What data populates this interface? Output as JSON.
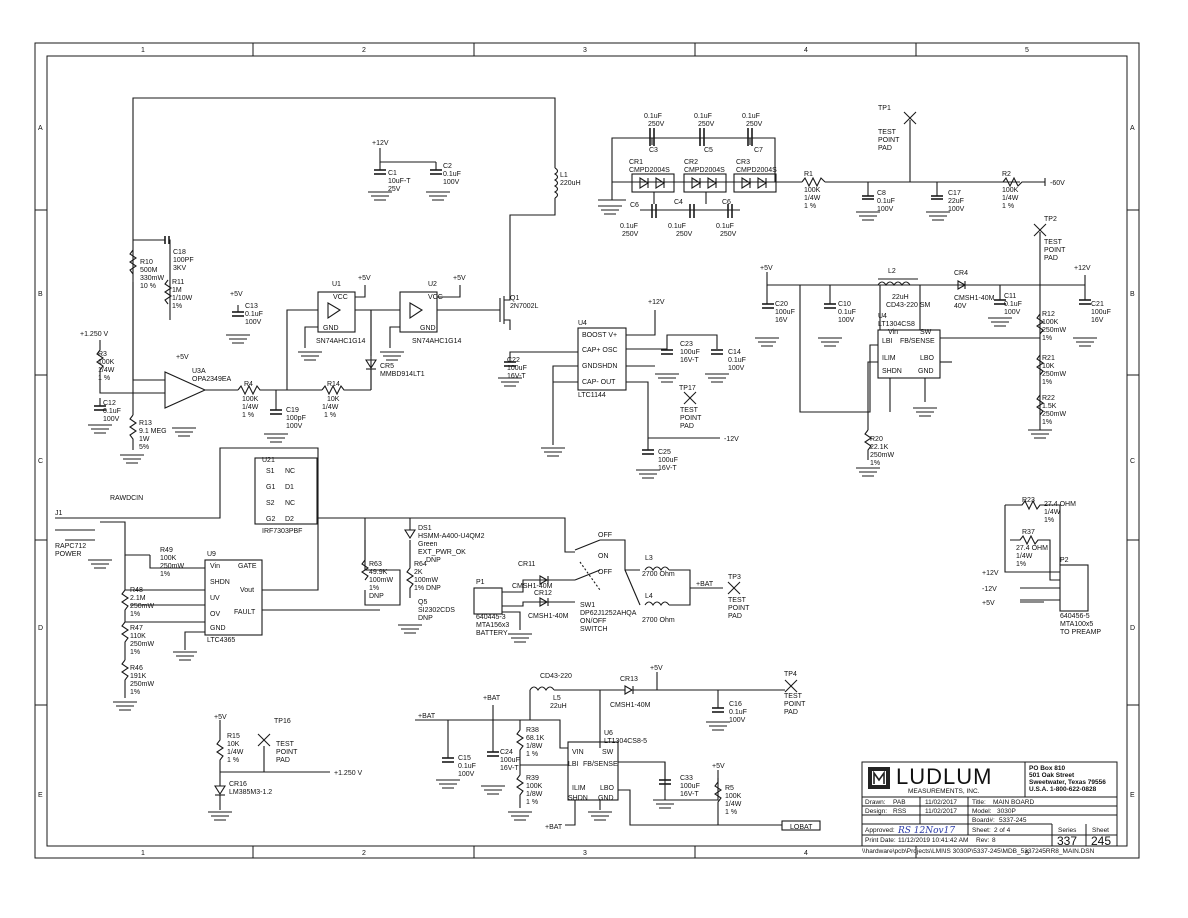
{
  "zones": {
    "columns": [
      "1",
      "2",
      "3",
      "4",
      "5"
    ],
    "rows": [
      "A",
      "B",
      "C",
      "D",
      "E"
    ]
  },
  "parts": {
    "c1": [
      "C1",
      "10uF-T",
      "25V"
    ],
    "c2": [
      "C2",
      "0.1uF",
      "100V"
    ],
    "c3": [
      "0.1uF",
      "250V",
      "C3"
    ],
    "c5": [
      "0.1uF",
      "250V",
      "C5"
    ],
    "c7": [
      "0.1uF",
      "250V",
      "C7"
    ],
    "cr1": [
      "CR1",
      "CMPD2004S"
    ],
    "cr2": [
      "CR2",
      "CMPD2004S"
    ],
    "cr3": [
      "CR3",
      "CMPD2004S"
    ],
    "c4": [
      "C4",
      "0.1uF",
      "250V"
    ],
    "c6a": [
      "C6",
      "0.1uF",
      "250V"
    ],
    "c6b": [
      "C6",
      "0.1uF",
      "250V"
    ],
    "l1": [
      "L1",
      "220uH"
    ],
    "r1": [
      "R1",
      "100K",
      "1/4W",
      "1 %"
    ],
    "c8": [
      "C8",
      "0.1uF",
      "100V"
    ],
    "c17": [
      "C17",
      "22uF",
      "100V"
    ],
    "r2": [
      "R2",
      "100K",
      "1/4W",
      "1 %"
    ],
    "neg60": "-60V",
    "tp1": [
      "TP1",
      "TEST",
      "POINT",
      "PAD"
    ],
    "tp2": [
      "TP2",
      "TEST",
      "POINT",
      "PAD"
    ],
    "c18": [
      "C18",
      "100PF",
      "3KV"
    ],
    "r10": [
      "R10",
      "500M",
      "330mW",
      "10 %"
    ],
    "r11": [
      "R11",
      "1M",
      "1/10W",
      "1%"
    ],
    "u1": [
      "U1",
      "VCC",
      "GND",
      "SN74AHC1G14"
    ],
    "u2": [
      "U2",
      "VCC",
      "GND",
      "SN74AHC1G14"
    ],
    "q1": [
      "Q1",
      "2N7002L"
    ],
    "cr5": [
      "CR5",
      "MMBD914LT1"
    ],
    "c13": [
      "C13",
      "0.1uF",
      "100V"
    ],
    "r3": [
      "+1.250 V",
      "R3",
      "100K",
      "1/4W",
      "1 %"
    ],
    "u3a": [
      "U3A",
      "OPA2349EA"
    ],
    "r4": [
      "R4",
      "100K",
      "1/4W",
      "1 %"
    ],
    "r14": [
      "R14",
      "10K",
      "1/4W",
      "1 %"
    ],
    "c19": [
      "C19",
      "100pF",
      "100V"
    ],
    "c12": [
      "C12",
      "0.1uF",
      "100V"
    ],
    "r13": [
      "R13",
      "9.1 MEG",
      "1W",
      "5%"
    ],
    "u4": [
      "U4",
      "BOOST V+",
      "CAP+ OSC",
      "GNDSHDN",
      "CAP- OUT",
      "LTC1144"
    ],
    "c22": [
      "C22",
      "100uF",
      "16V-T"
    ],
    "c23": [
      "C23",
      "100uF",
      "16V-T"
    ],
    "c14": [
      "C14",
      "0.1uF",
      "100V"
    ],
    "tp17": [
      "TP17",
      "TEST",
      "POINT",
      "PAD"
    ],
    "c25": [
      "C25",
      "100uF",
      "16V-T"
    ],
    "neg12": "-12V",
    "l2": [
      "L2",
      "22uH",
      "CD43-220 SM"
    ],
    "cr4": [
      "CR4",
      "CMSH1-40M",
      "40V"
    ],
    "u4b": [
      "U4",
      "LT1304CS8",
      "Vin",
      "SW",
      "LBI",
      "FB/SENSE",
      "ILIM",
      "LBO",
      "SHDN",
      "GND"
    ],
    "c20": [
      "C20",
      "100uF",
      "16V"
    ],
    "c10": [
      "C10",
      "0.1uF",
      "100V"
    ],
    "c11": [
      "C11",
      "0.1uF",
      "100V"
    ],
    "c21": [
      "C21",
      "100uF",
      "16V"
    ],
    "r12": [
      "R12",
      "100K",
      "250mW",
      "1%"
    ],
    "r21": [
      "R21",
      "10K",
      "250mW",
      "1%"
    ],
    "r22": [
      "R22",
      "1.5K",
      "250mW",
      "1%"
    ],
    "r20": [
      "R20",
      "22.1K",
      "250mW",
      "1%"
    ],
    "u21": [
      "U21",
      "S1",
      "G1",
      "S2",
      "G2",
      "NC",
      "D1",
      "NC",
      "D2",
      "IRF7303PBF"
    ],
    "j1": [
      "J1",
      "RAPC712",
      "POWER",
      "RAWDCIN"
    ],
    "u9": [
      "U9",
      "Vin",
      "GATE",
      "SHDN",
      "UV",
      "Vout",
      "OV",
      "FAULT",
      "GND",
      "LTC4365"
    ],
    "r49": [
      "R49",
      "100K",
      "250mW",
      "1%"
    ],
    "r48": [
      "R48",
      "2.1M",
      "250mW",
      "1%"
    ],
    "r47": [
      "R47",
      "110K",
      "250mW",
      "1%"
    ],
    "r46": [
      "R46",
      "191K",
      "250mW",
      "1%"
    ],
    "r63": [
      "R63",
      "49.9K",
      "100mW",
      "1%",
      "DNP"
    ],
    "ds1": [
      "DS1",
      "HSMM-A400-U4QM2",
      "Green",
      "EXT_PWR_OK",
      "DNP"
    ],
    "r64": [
      "R64",
      "2K",
      "100mW",
      "1% DNP"
    ],
    "q5": [
      "Q5",
      "SI2302CDS",
      "DNP"
    ],
    "cr11": [
      "CR11",
      "CMSH1-40M"
    ],
    "cr12": [
      "CR12",
      "CMSH1-40M"
    ],
    "p1": [
      "P1",
      "640445-3",
      "MTA156x3",
      "BATTERY"
    ],
    "sw1": [
      "OFF",
      "ON",
      "OFF",
      "SW1",
      "DP62J1252AHQA",
      "ON/OFF",
      "SWITCH"
    ],
    "l3": [
      "L3",
      "2700 Ohm"
    ],
    "l4": [
      "L4",
      "2700 Ohm"
    ],
    "pbat": "+BAT",
    "tp3": [
      "TP3",
      "TEST",
      "POINT",
      "PAD"
    ],
    "r23": [
      "R23",
      "27.4 OHM",
      "1/4W",
      "1%"
    ],
    "r37": [
      "R37",
      "27.4 OHM",
      "1/4W",
      "1%"
    ],
    "p2": [
      "P2",
      "640456-5",
      "MTA100x5",
      "TO PREAMP",
      "+12V",
      "-12V",
      "+5V"
    ],
    "l5": [
      "CD43-220",
      "L5",
      "22uH"
    ],
    "cr13": [
      "CR13",
      "CMSH1-40M"
    ],
    "u6": [
      "U6",
      "LT1304CS8-5",
      "VIN",
      "SW",
      "LBI",
      "FB/SENSE",
      "ILIM",
      "LBO",
      "SHDN",
      "GND"
    ],
    "c15": [
      "C15",
      "0.1uF",
      "100V"
    ],
    "c24": [
      "C24",
      "100uF",
      "16V-T"
    ],
    "r38": [
      "R38",
      "68.1K",
      "1/8W",
      "1 %"
    ],
    "r39": [
      "R39",
      "100K",
      "1/8W",
      "1 %"
    ],
    "c16": [
      "C16",
      "0.1uF",
      "100V"
    ],
    "c33": [
      "C33",
      "100uF",
      "16V-T"
    ],
    "r5": [
      "R5",
      "100K",
      "1/4W",
      "1 %"
    ],
    "tp4": [
      "TP4",
      "TEST",
      "POINT",
      "PAD"
    ],
    "lobat": "LOBAT",
    "r15": [
      "R15",
      "10K",
      "1/4W",
      "1 %"
    ],
    "tp16": [
      "TP16",
      "TEST",
      "POINT",
      "PAD"
    ],
    "cr16": [
      "CR16",
      "LM385M3-1.2"
    ],
    "v1250": "+1.250 V"
  },
  "rails": {
    "p12": "+12V",
    "p5": "+5V",
    "pbat": "+BAT",
    "sbat": "+BAT"
  },
  "title_block": {
    "brand": "LUDLUM",
    "sub": "MEASUREMENTS, INC.",
    "address": [
      "PO Box 810",
      "501 Oak Street",
      "Sweetwater, Texas 79556",
      "U.S.A. 1-800-622-0828"
    ],
    "drawn_label": "Drawn:",
    "drawn_by": "PAB",
    "drawn_date": "11/02/2017",
    "design_label": "Design:",
    "design_by": "RSS",
    "design_date": "11/02/2017",
    "title_label": "Title:",
    "title": "MAIN BOARD",
    "model_label": "Model:",
    "model": "3030P",
    "board_label": "Board#:",
    "board": "5337-245",
    "approved_label": "Approved:",
    "approved_sig": "RS 12Nov17",
    "sheet_label": "Sheet:",
    "sheet": "2 of 4",
    "print_label": "Print Date:",
    "print_date": "11/12/2019 10:41:42 AM",
    "rev_label": "Rev:",
    "rev": "8",
    "series_label": "Series",
    "series": "337",
    "sheetno_label": "Sheet",
    "sheetno": "245",
    "path": "\\\\hardware\\pcb\\Projects\\LMI\\IS 3030P\\5337-245\\MDB_5337245RR8_MAIN.DSN"
  }
}
